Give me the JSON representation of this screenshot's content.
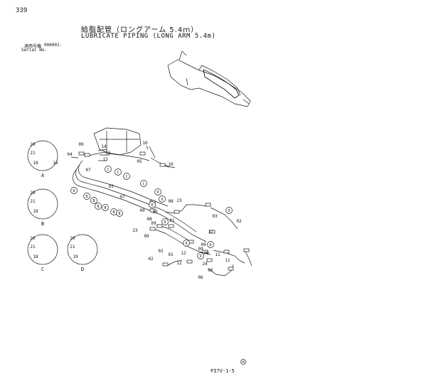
{
  "header": {
    "page_number": "339",
    "title_ja": "給脂配管（ロングアーム 5.4ｍ）",
    "title_en": "LUBRICATE PIPING (LONG ARM 5.4m)",
    "applicability_ja": "適用号機",
    "serial_value": "006001-",
    "serial_label_en": "Serial No."
  },
  "detail_views": [
    {
      "letter": "A",
      "parts": [
        "20",
        "21",
        "18",
        "16"
      ]
    },
    {
      "letter": "B",
      "parts": [
        "20",
        "21",
        "18"
      ]
    },
    {
      "letter": "C",
      "parts": [
        "20",
        "21",
        "18"
      ]
    },
    {
      "letter": "D",
      "parts": [
        "20",
        "21",
        "19"
      ]
    }
  ],
  "callouts": {
    "circle": [
      "A",
      "B",
      "B",
      "B",
      "B",
      "B",
      "B",
      "C",
      "C",
      "C",
      "C",
      "D",
      "D",
      "D",
      "D",
      "D",
      "D",
      "D",
      "D"
    ],
    "numbers": [
      "14",
      "15",
      "13",
      "09",
      "04",
      "07",
      "10",
      "05",
      "10",
      "03",
      "07",
      "09",
      "23",
      "08",
      "23",
      "08",
      "09",
      "23",
      "09",
      "01",
      "12",
      "02",
      "03",
      "02",
      "09",
      "09",
      "12",
      "01",
      "02",
      "12",
      "09",
      "11",
      "24",
      "06",
      "06",
      "11"
    ]
  },
  "footer": {
    "mark": "⑩",
    "figure_code": "PI7V-1-5"
  },
  "colors": {
    "line": "#1a1a1a",
    "background": "#ffffff"
  }
}
